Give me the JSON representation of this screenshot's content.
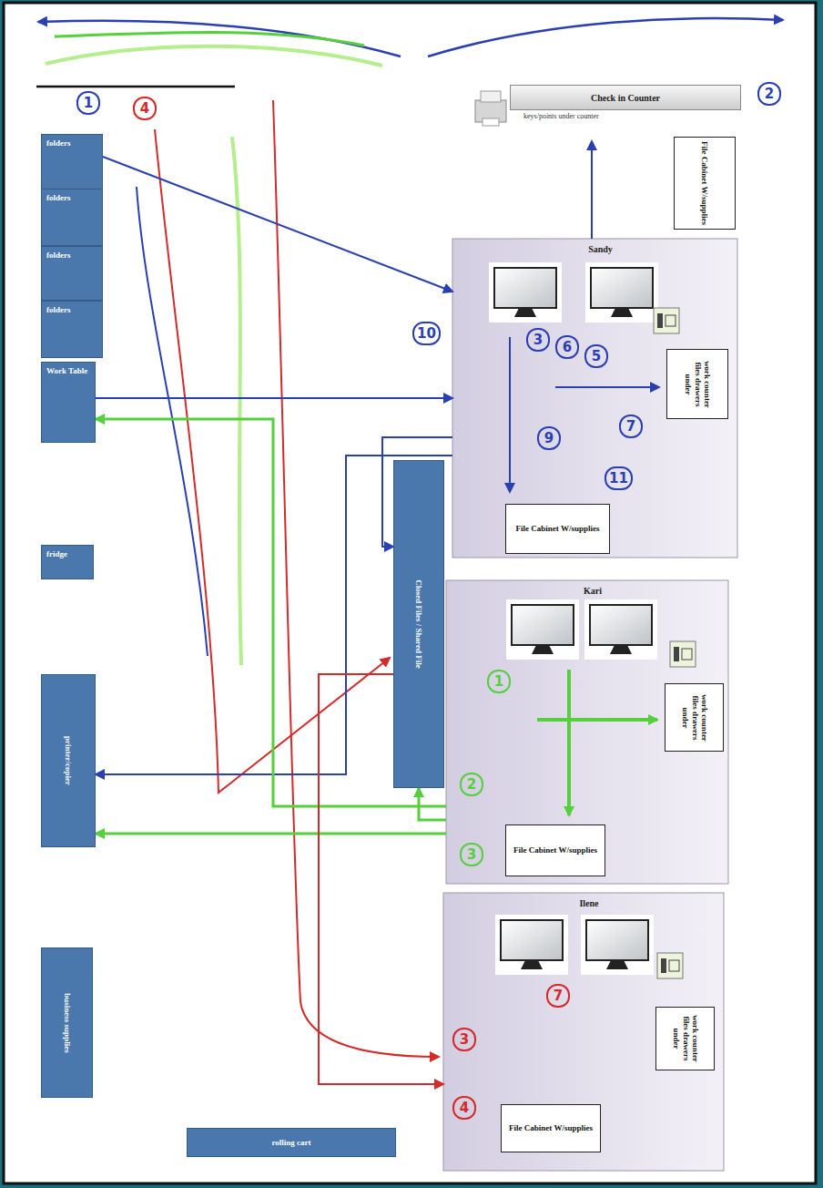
{
  "diagram": {
    "nodes": [
      {
        "text": [
          "Check in Counter",
          "keys/points under counter"
        ]
      },
      {
        "text": [
          "File Cabinet W/supplies"
        ]
      },
      {
        "text": [
          "folders"
        ]
      },
      {
        "text": [
          "folders"
        ]
      },
      {
        "text": [
          "folders"
        ]
      },
      {
        "text": [
          "folders"
        ]
      },
      {
        "text": [
          "Work Table"
        ]
      },
      {
        "text": [
          "Sandy"
        ]
      },
      {
        "text": [
          "work counter files drawers under"
        ],
        "in": 7
      },
      {
        "text": [
          "File Cabinet W/supplies"
        ],
        "in": 7
      },
      {
        "text": [
          "Closed Files / Shared File"
        ]
      },
      {
        "text": [
          "fridge"
        ]
      },
      {
        "text": [
          "Kari"
        ]
      },
      {
        "text": [
          "work counter files drawers under"
        ],
        "in": 12
      },
      {
        "text": [
          "File Cabinet W/supplies"
        ],
        "in": 12
      },
      {
        "text": [
          "printer/copier"
        ]
      },
      {
        "text": [
          "Ilene"
        ]
      },
      {
        "text": [
          "work counter files drawers under"
        ],
        "in": 16
      },
      {
        "text": [
          "File Cabinet W/supplies"
        ],
        "in": 16
      },
      {
        "text": [
          "business supplies"
        ]
      },
      {
        "text": [
          "rolling cart"
        ]
      }
    ],
    "edges": [
      {
        "from": 2,
        "to": 7,
        "arrow": "to"
      },
      {
        "from": 6,
        "to": 7,
        "arrow": "to"
      },
      {
        "from": 7,
        "to": 10,
        "arrow": "to"
      },
      {
        "from": 7,
        "to": 15,
        "arrow": "to"
      },
      {
        "from": 7,
        "to": 0,
        "arrow": "to"
      },
      {
        "from": 12,
        "to": 10,
        "arrow": "to"
      },
      {
        "from": 12,
        "to": 15,
        "arrow": "to"
      },
      {
        "from": 12,
        "to": 6,
        "arrow": "to"
      },
      {
        "from": 10,
        "to": 16,
        "arrow": "to"
      }
    ],
    "labels": [
      "1",
      "4",
      "2",
      "10",
      "3",
      "6",
      "5",
      "9",
      "7",
      "11",
      "1",
      "2",
      "3",
      "7",
      "3",
      "4"
    ]
  }
}
